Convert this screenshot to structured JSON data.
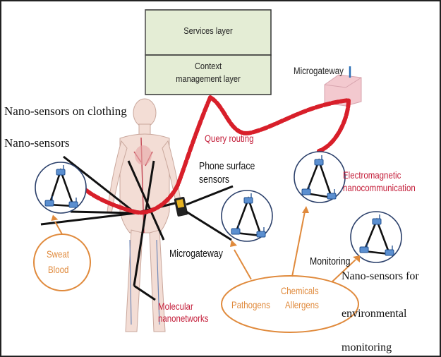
{
  "stack": {
    "services_layer": "Services layer",
    "context_layer_line1": "Context",
    "context_layer_line2": "management layer"
  },
  "labels": {
    "microgateway_top": "Microgateway",
    "nano_clothing": "Nano-sensors on clothing",
    "nano_sensors": "Nano-sensors",
    "query_routing": "Query routing",
    "phone_surface_line1": "Phone surface",
    "phone_surface_line2": "sensors",
    "em_line1": "Electromagnetic",
    "em_line2": "nanocommunication",
    "microgateway_body": "Microgateway",
    "molecular_line1": "Molecular",
    "molecular_line2": "nanonetworks",
    "monitoring": "Monitoring",
    "env_line1": "Nano-sensors for",
    "env_line2": "environmental",
    "env_line3": "monitoring",
    "sweat": "Sweat",
    "blood": "Blood",
    "pathogens": "Pathogens",
    "chemicals": "Chemicals",
    "allergens": "Allergens"
  },
  "colors": {
    "query_path": "#d81f2a",
    "accent_text": "#c41e3a",
    "orange": "#e08a3c",
    "node_blue": "#2b6fb6",
    "stack_fill": "#e4edd5",
    "gateway_pink": "#f3c9cf"
  }
}
